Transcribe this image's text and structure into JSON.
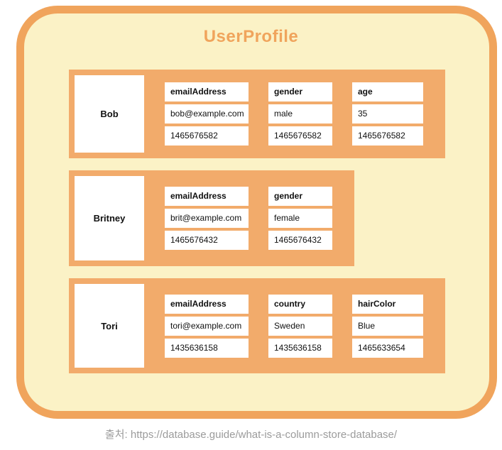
{
  "title": "UserProfile",
  "caption": "출처: https://database.guide/what-is-a-column-store-database/",
  "colors": {
    "accent_orange": "#F0A45C",
    "band_orange": "#F2AB6B",
    "panel_cream": "#FBF2C6",
    "caption_gray": "#9B9B9B"
  },
  "rows": [
    {
      "name": "Bob",
      "columns": [
        {
          "header": "emailAddress",
          "value": "bob@example.com",
          "timestamp": "1465676582"
        },
        {
          "header": "gender",
          "value": "male",
          "timestamp": "1465676582"
        },
        {
          "header": "age",
          "value": "35",
          "timestamp": "1465676582"
        }
      ]
    },
    {
      "name": "Britney",
      "columns": [
        {
          "header": "emailAddress",
          "value": "brit@example.com",
          "timestamp": "1465676432"
        },
        {
          "header": "gender",
          "value": "female",
          "timestamp": "1465676432"
        }
      ]
    },
    {
      "name": "Tori",
      "columns": [
        {
          "header": "emailAddress",
          "value": "tori@example.com",
          "timestamp": "1435636158"
        },
        {
          "header": "country",
          "value": "Sweden",
          "timestamp": "1435636158"
        },
        {
          "header": "hairColor",
          "value": "Blue",
          "timestamp": "1465633654"
        }
      ]
    }
  ]
}
